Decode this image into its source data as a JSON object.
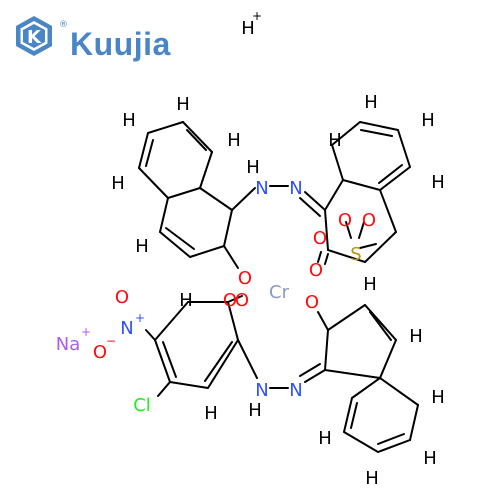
{
  "brand": {
    "name": "Kuujia",
    "logo_glyph": "K",
    "registered": "®",
    "color": "#4a86c6"
  },
  "colors": {
    "bond": "#000000",
    "H": "#000000",
    "N": "#3050f8",
    "O": "#ff0d0d",
    "S": "#b29419",
    "Cl": "#1ff01f",
    "Na": "#ab5cf2",
    "Cr": "#8a99c7"
  },
  "labels": {
    "h_plus": "H",
    "plus": "+",
    "minus": "−",
    "na": "Na",
    "cr": "Cr",
    "cl": "Cl",
    "s": "S",
    "n": "N",
    "o": "O",
    "h": "H"
  }
}
